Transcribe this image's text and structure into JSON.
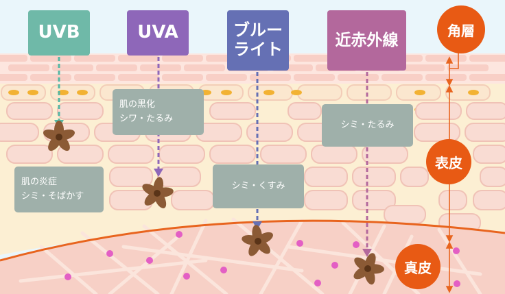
{
  "rays": {
    "uvb": {
      "label": "UVB",
      "color": "#6fb9a8",
      "effect": [
        "肌の炎症",
        "シミ・そばかす"
      ]
    },
    "uva": {
      "label": "UVA",
      "color": "#8e67b9",
      "effect": [
        "肌の黒化",
        "シワ・たるみ"
      ]
    },
    "blue_light": {
      "label": [
        "ブルー",
        "ライト"
      ],
      "color": "#6570b4",
      "effect": [
        "シミ・くすみ"
      ]
    },
    "near_infrared": {
      "label": "近赤外線",
      "color": "#b3689c",
      "effect": [
        "シミ・たるみ"
      ]
    }
  },
  "layers": {
    "stratum_corneum": "角層",
    "epidermis": "表皮",
    "dermis": "真皮"
  },
  "colors": {
    "background": "#eaf6fb",
    "brick": "#f8cfc6",
    "mortar": "#fde6df",
    "dermis": "#f7d0c6",
    "boundary": "#e8641e",
    "layer_badge": "#e85a14",
    "effect_box": "#9fb0aa",
    "melanocyte": "#8b5a35",
    "granule": "#f2b233",
    "dermis_dot": "#e35fc4"
  }
}
